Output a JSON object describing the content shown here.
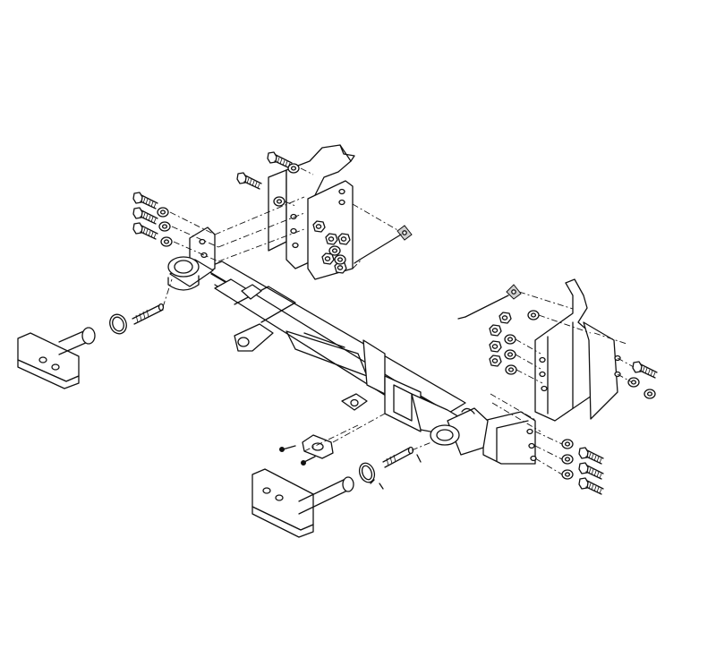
{
  "diagram": {
    "kind": "exploded-parts-illustration",
    "colors": {
      "line": "#111111",
      "background": "#ffffff",
      "shade": "#cfcfcf"
    },
    "parts": [
      "main-crossbar",
      "left-vertical-bracket",
      "right-vertical-bracket",
      "left-tow-arm",
      "right-tow-arm",
      "hex-bolts",
      "flat-washers",
      "lock-nuts",
      "safety-cables",
      "lynch-pins",
      "snap-rings",
      "adapter-plate"
    ]
  }
}
